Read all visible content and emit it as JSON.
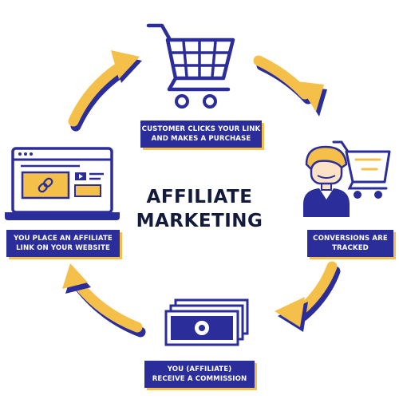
{
  "title": {
    "line1": "AFFILIATE",
    "line2": "MARKETING"
  },
  "steps": [
    {
      "line1": "CUSTOMER CLICKS YOUR LINK",
      "line2": "AND MAKES A PURCHASE",
      "icon": "shopping-cart-icon"
    },
    {
      "line1": "CONVERSIONS ARE",
      "line2": "TRACKED",
      "icon": "customer-with-cart-icon"
    },
    {
      "line1": "YOU (AFFILIATE)",
      "line2": "RECEIVE A COMMISSION",
      "icon": "banknotes-icon"
    },
    {
      "line1": "YOU PLACE AN AFFILIATE",
      "line2": "LINK ON YOUR WEBSITE",
      "icon": "laptop-link-icon"
    }
  ],
  "colors": {
    "navy": "#2b2d9a",
    "dark_text": "#141a3c",
    "yellow": "#f5c04a",
    "peach": "#fde3c6",
    "white": "#ffffff"
  }
}
